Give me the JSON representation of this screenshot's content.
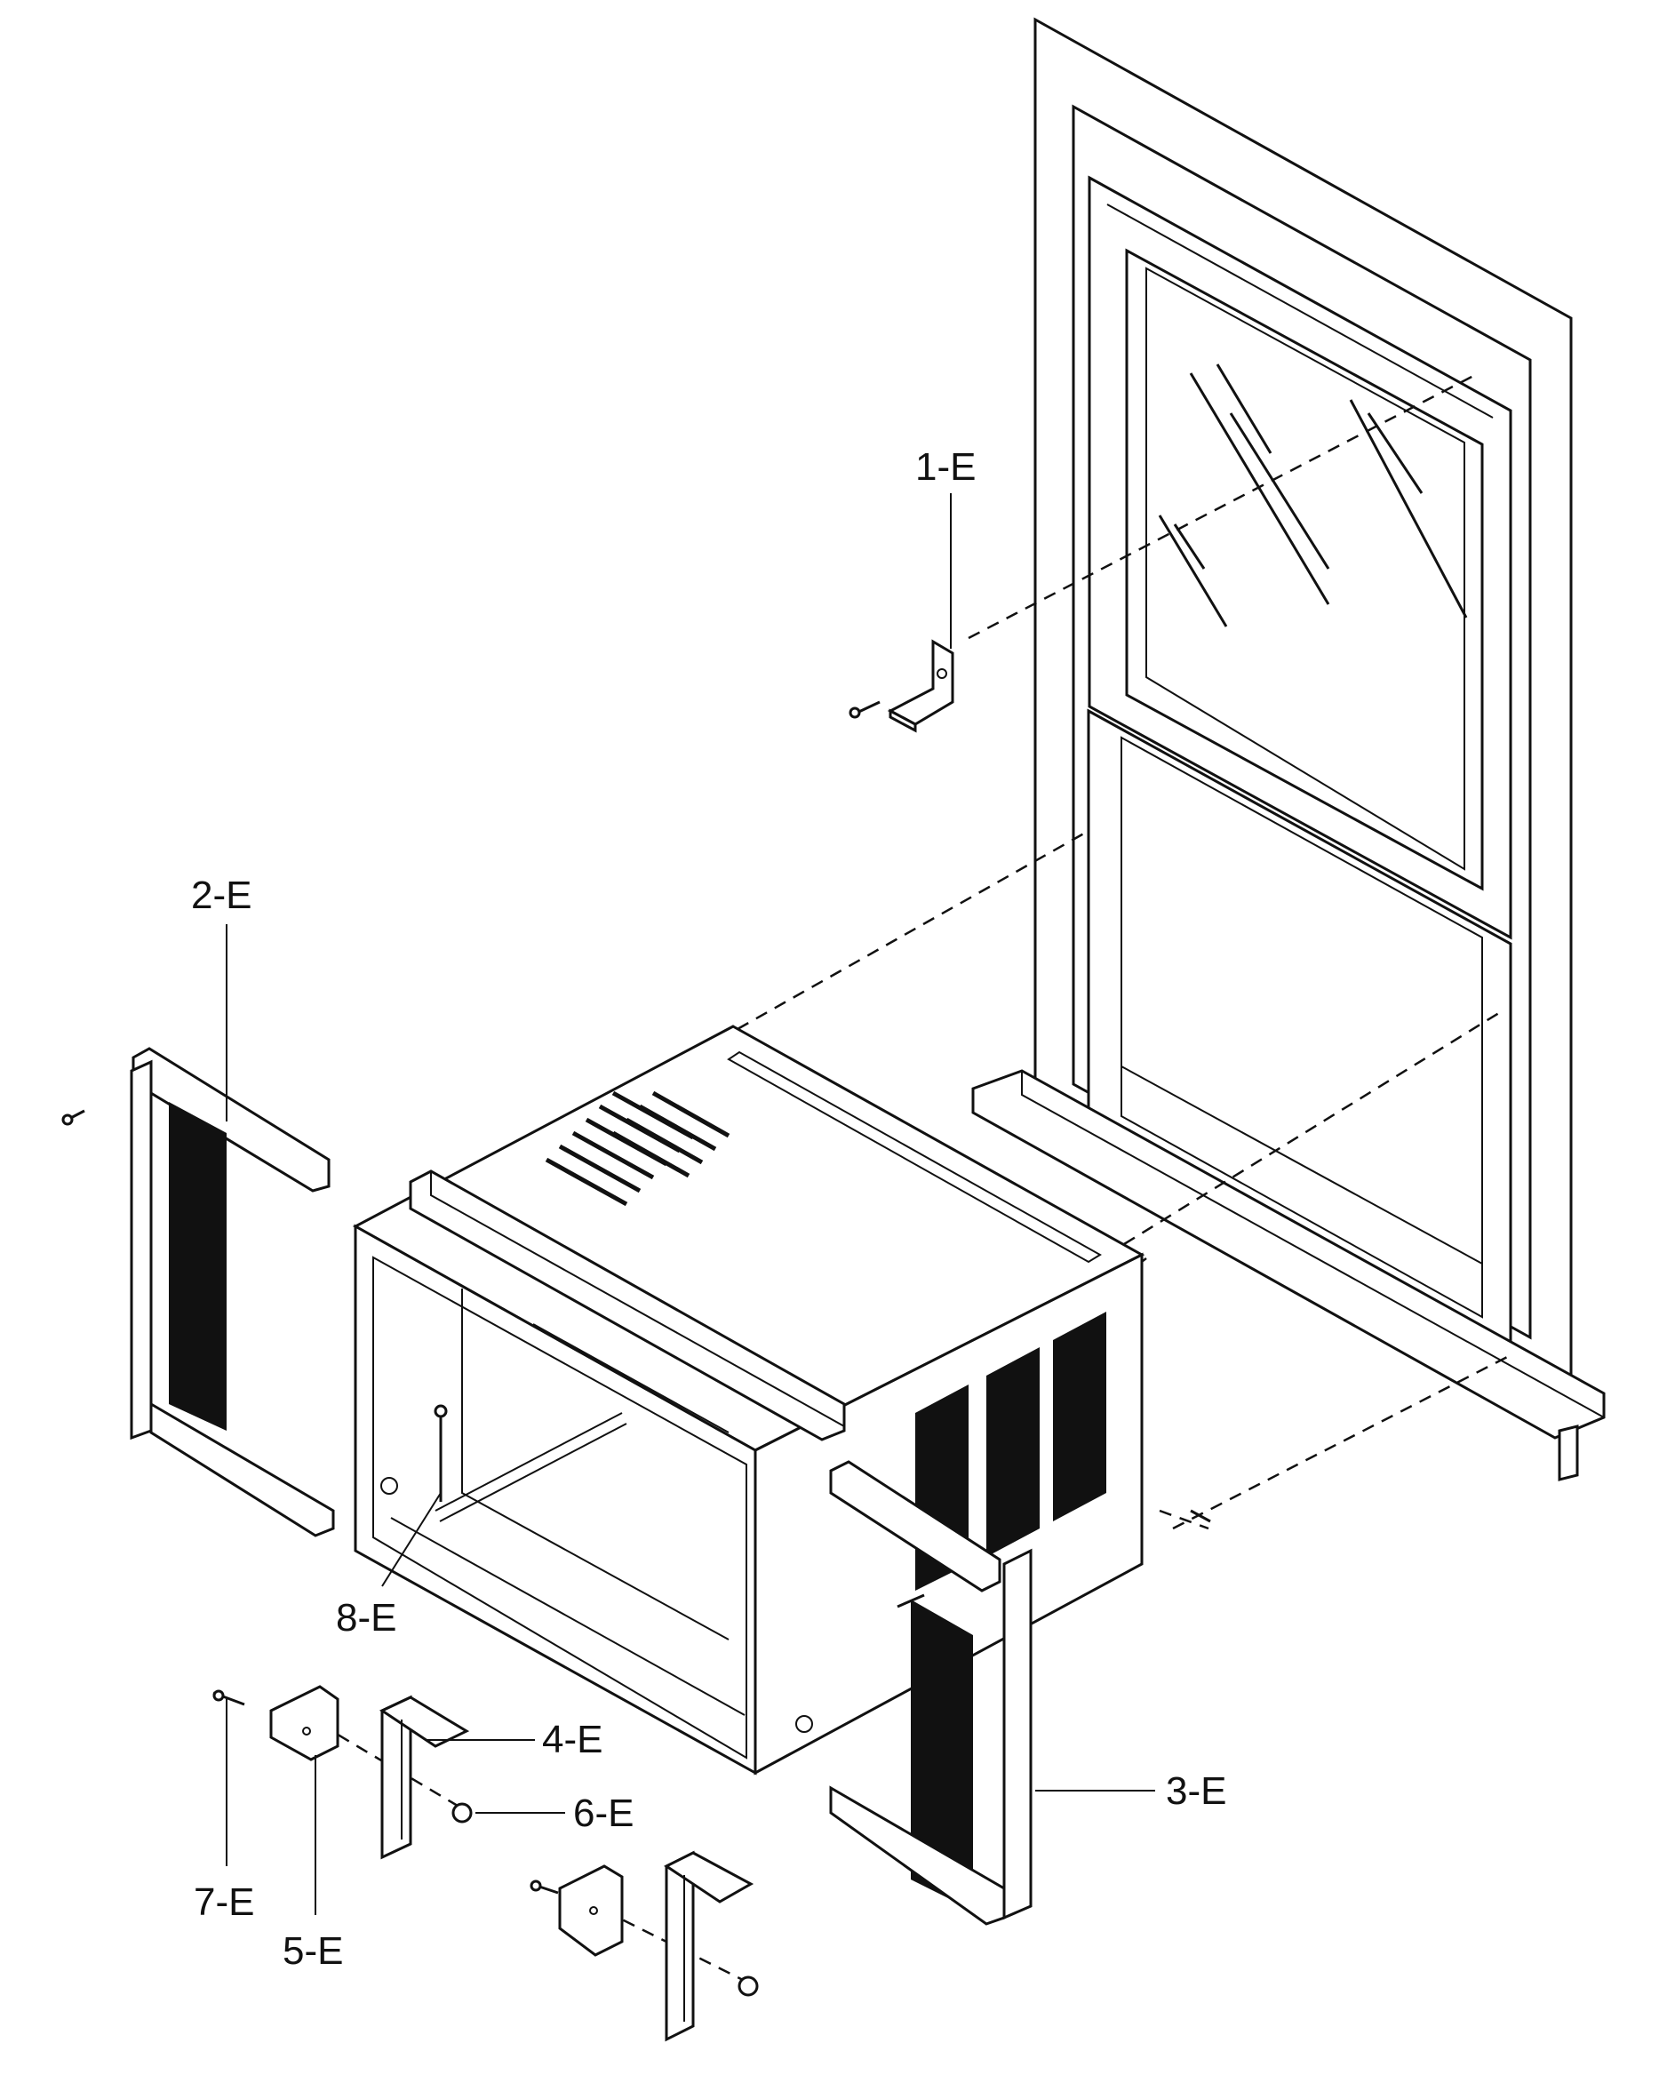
{
  "parts": [
    {
      "id": "1-E"
    },
    {
      "id": "2-E"
    },
    {
      "id": "3-E"
    },
    {
      "id": "4-E"
    },
    {
      "id": "5-E"
    },
    {
      "id": "6-E"
    },
    {
      "id": "7-E"
    },
    {
      "id": "8-E"
    }
  ],
  "colors": {
    "ink": "#111111",
    "paper": "#ffffff"
  }
}
